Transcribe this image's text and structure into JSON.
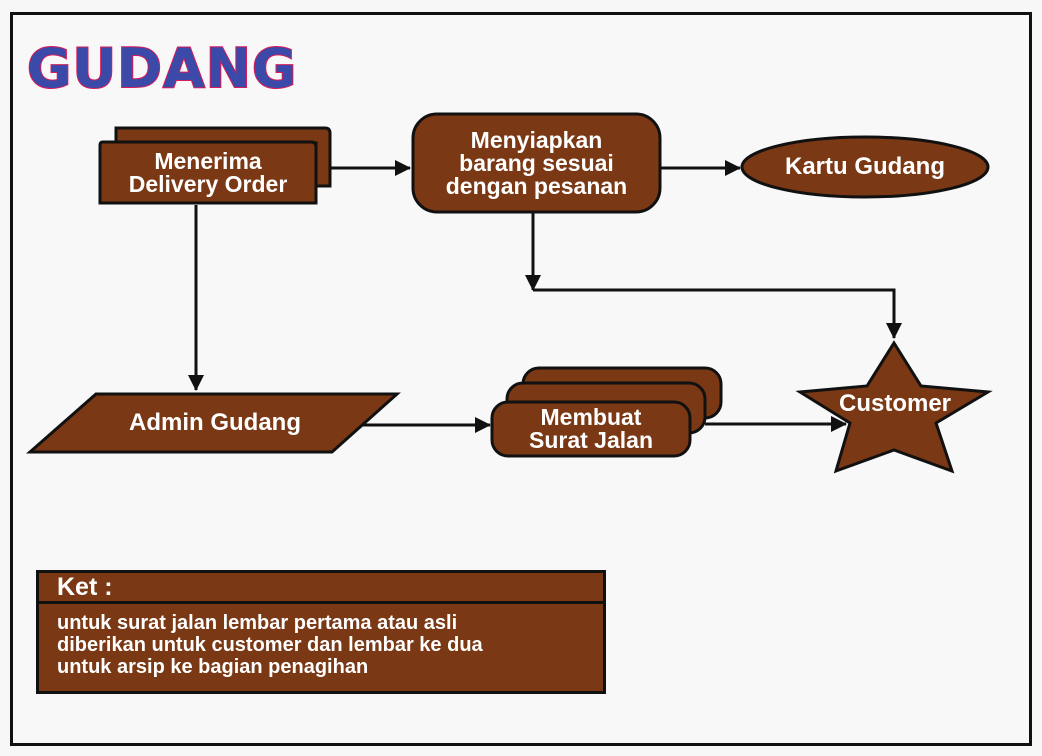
{
  "title": "GUDANG",
  "colors": {
    "node_fill": "#7a3814",
    "stroke": "#111111",
    "title_fill": "#3b4aa8",
    "title_outline": "#d81b5a",
    "background": "#f8f8f9"
  },
  "nodes": {
    "menerima": {
      "label": "Menerima\nDelivery Order",
      "shape": "multi-document"
    },
    "menyiapkan": {
      "label": "Menyiapkan\nbarang sesuai\ndengan pesanan",
      "shape": "rounded-rectangle"
    },
    "kartu": {
      "label": "Kartu Gudang",
      "shape": "ellipse"
    },
    "admin": {
      "label": "Admin Gudang",
      "shape": "parallelogram"
    },
    "membuat": {
      "label": "Membuat\nSurat Jalan",
      "shape": "stacked-rounded-rectangles"
    },
    "customer": {
      "label": "Customer",
      "shape": "star"
    }
  },
  "edges": [
    {
      "from": "Menerima Delivery Order",
      "to": "Menyiapkan barang sesuai dengan pesanan"
    },
    {
      "from": "Menyiapkan barang sesuai dengan pesanan",
      "to": "Kartu Gudang"
    },
    {
      "from": "Menyiapkan barang sesuai dengan pesanan",
      "to": "Customer"
    },
    {
      "from": "Menerima Delivery Order",
      "to": "Admin Gudang"
    },
    {
      "from": "Admin Gudang",
      "to": "Membuat Surat Jalan"
    },
    {
      "from": "Membuat Surat Jalan",
      "to": "Customer"
    }
  ],
  "note": {
    "heading": "Ket :",
    "body": "untuk surat jalan lembar pertama atau asli\ndiberikan untuk customer dan lembar ke dua\nuntuk arsip ke bagian penagihan"
  }
}
